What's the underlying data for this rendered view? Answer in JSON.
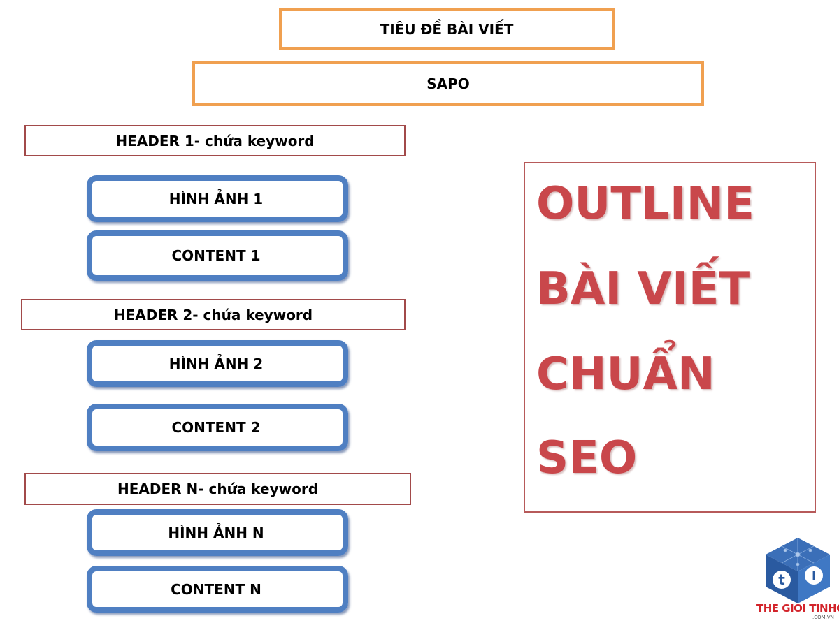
{
  "title_box": "TIÊU ĐỀ BÀI VIẾT",
  "sapo_box": "SAPO",
  "sections": [
    {
      "header": "HEADER 1- chứa keyword",
      "image": "HÌNH ẢNH 1",
      "content": "CONTENT 1"
    },
    {
      "header": "HEADER 2- chứa keyword",
      "image": "HÌNH ẢNH 2",
      "content": "CONTENT 2"
    },
    {
      "header": "HEADER N- chứa keyword",
      "image": "HÌNH ẢNH N",
      "content": "CONTENT N"
    }
  ],
  "outline_lines": [
    "OUTLINE",
    "BÀI VIẾT",
    "CHUẨN",
    "SEO"
  ],
  "logo": {
    "name": "THE GIOI TINHOC",
    "domain": ".COM.VN",
    "letter": "t"
  },
  "colors": {
    "orange_border": "#f0a050",
    "header_border": "#a24a4a",
    "blue_frame": "#4f7fc2",
    "outline_text": "#c9474b",
    "logo_red": "#d2232a"
  }
}
